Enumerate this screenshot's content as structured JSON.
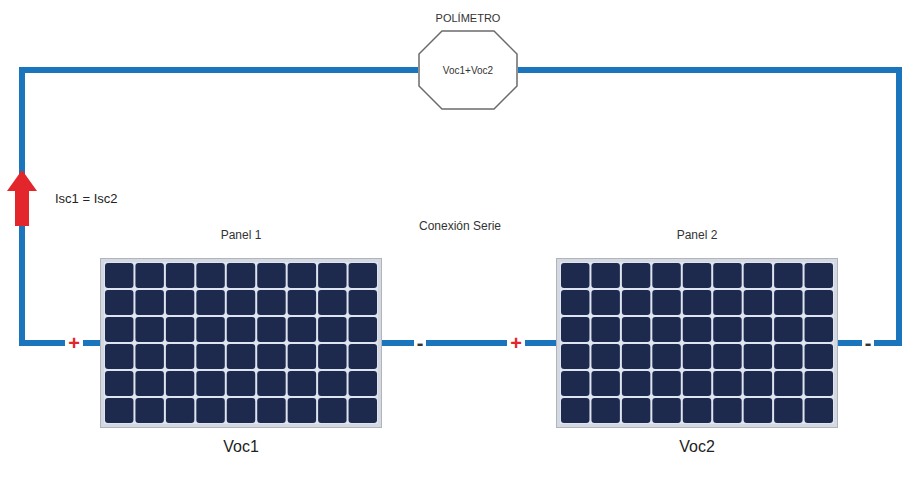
{
  "diagram": {
    "nodes": [
      {
        "text": [
          "POLÍMETRO",
          "Voc1+Voc2"
        ]
      },
      {
        "text": [
          "Panel 1",
          "Voc1"
        ]
      },
      {
        "text": [
          "Panel 2",
          "Voc2"
        ]
      }
    ],
    "edges": [
      {
        "from": 1,
        "to": 0,
        "arrow": "none"
      },
      {
        "from": 0,
        "to": 2,
        "arrow": "none"
      },
      {
        "from": 1,
        "to": 2,
        "arrow": "none"
      }
    ],
    "labels": [
      "Isc1 = Isc2",
      "Conexión Serie",
      "+",
      "-",
      "+",
      "-"
    ]
  }
}
